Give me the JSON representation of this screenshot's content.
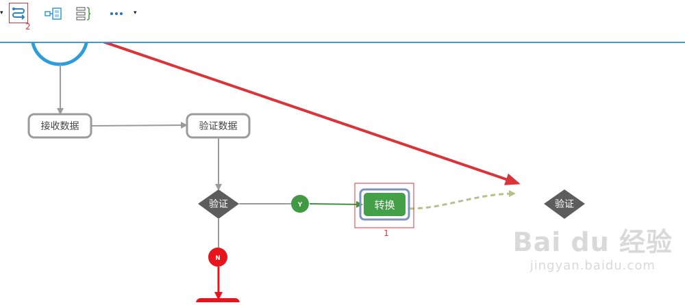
{
  "toolbar": {
    "items": [
      {
        "name": "transition-tool",
        "icon": "transition-icon"
      },
      {
        "name": "container-tool",
        "icon": "container-icon"
      },
      {
        "name": "list-brace-tool",
        "icon": "list-brace-icon"
      },
      {
        "name": "more-tool",
        "icon": "more-icon"
      }
    ],
    "annotation_label": "2",
    "accent_color": "#3a9bd8"
  },
  "diagram": {
    "nodes": {
      "receive": "接收数据",
      "verify": "验证数据",
      "decision": "验证",
      "convert": "转换",
      "decision2": "验证"
    },
    "branch_yes": "Y",
    "branch_no": "N",
    "annotation_label": "1",
    "colors": {
      "process_border": "#9a9a9a",
      "decision_fill": "#5d5d5d",
      "convert_fill": "#43a047",
      "yes_marker": "#3f9a43",
      "no_marker": "#e8141c",
      "annotation": "#d9343a",
      "start_arc": "#2d9cdb"
    }
  },
  "watermark": {
    "logo": "Bai du 经验",
    "url": "jingyan.baidu.com"
  }
}
